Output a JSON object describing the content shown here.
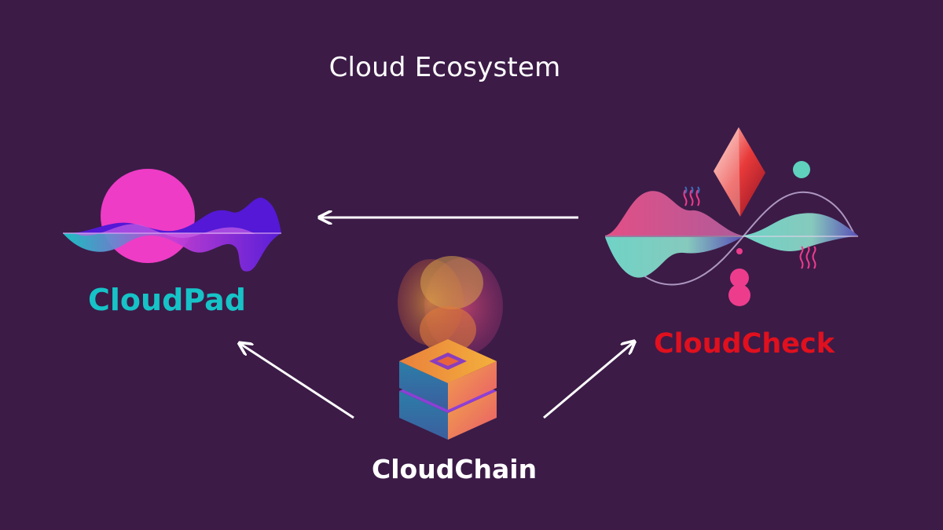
{
  "title": "Cloud Ecosystem",
  "nodes": {
    "cloudpad": {
      "label": "CloudPad",
      "color": "#16c3c7"
    },
    "cloudcheck": {
      "label": "CloudCheck",
      "color": "#e0101e"
    },
    "cloudchain": {
      "label": "CloudChain",
      "color": "#ffffff"
    }
  },
  "edges": [
    {
      "from": "cloudcheck",
      "to": "cloudpad"
    },
    {
      "from": "cloudchain",
      "to": "cloudpad"
    },
    {
      "from": "cloudchain",
      "to": "cloudcheck"
    }
  ],
  "colors": {
    "background": "#3c1b47",
    "arrow": "#ffffff"
  }
}
